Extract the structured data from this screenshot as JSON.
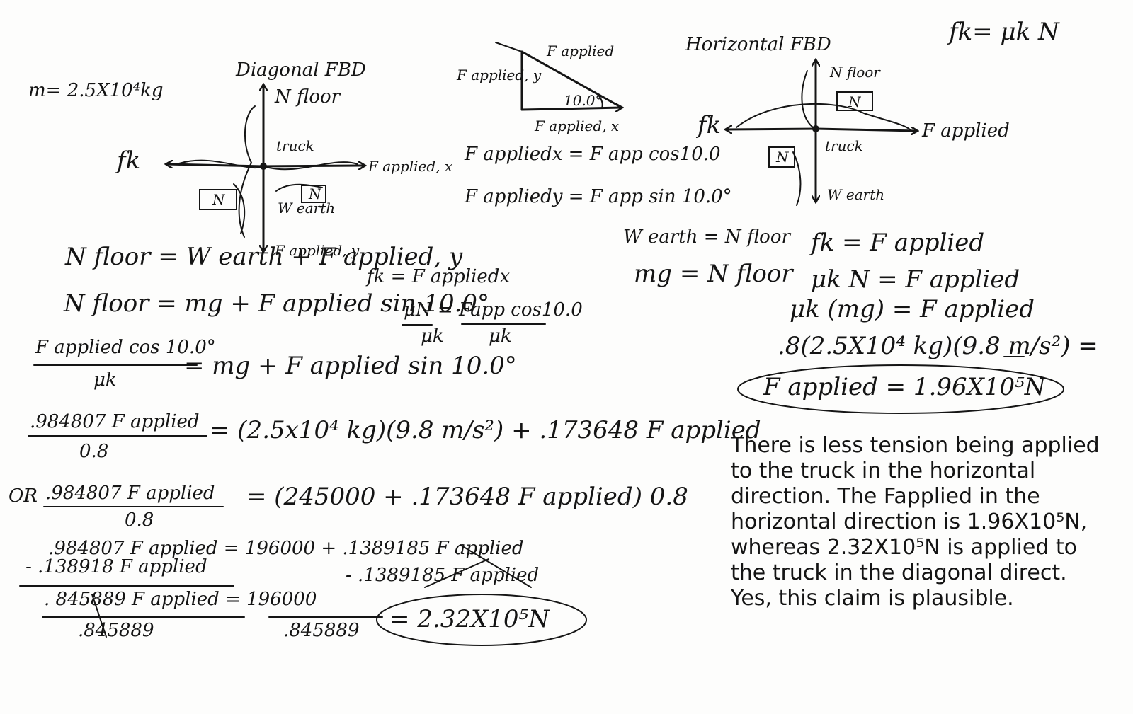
{
  "note": {
    "mass": "m= 2.5X10⁴kg",
    "fk_formula": "fk= μk N",
    "diagonal": {
      "title": "Diagonal FBD",
      "n_floor": "N floor",
      "truck": "truck",
      "fk": "fk",
      "f_applied_x": "F applied, x",
      "w_earth": "W earth",
      "n_box_left": "N",
      "n_box_right": "N",
      "f_applied_y": "F applied, y"
    },
    "triangle": {
      "f_applied": "F applied",
      "f_applied_y": "F applied, y",
      "angle": "10.0°",
      "f_applied_x": "F applied, x",
      "eq_x": "F appliedx = F app cos10.0",
      "eq_y": "F appliedy = F app sin 10.0°"
    },
    "horizontal": {
      "title": "Horizontal FBD",
      "n_floor": "N floor",
      "n_box_top": "N",
      "fk": "fk",
      "f_applied": "F applied",
      "truck": "truck",
      "n_box_left": "N",
      "w_earth": "W earth"
    },
    "work_left": {
      "l1": "N floor = W earth + F applied, y",
      "l1b": "fk = F appliedx",
      "l2": "N floor = mg + F applied sin 10.0°",
      "l2b": "μN = Fapp cos10.0",
      "l2c": "μk",
      "l2d": "μk",
      "l3_num": "F applied cos 10.0°",
      "l3_den": "μk",
      "l3_rhs": "= mg + F applied sin 10.0°",
      "l4_num": ".984807 F applied",
      "l4_den": "0.8",
      "l4_rhs": "= (2.5x10⁴ kg)(9.8 m/s²) + .173648 F applied",
      "l5_prefix": "OR",
      "l5_num": ".984807 F applied",
      "l5_den": "0.8",
      "l5_rhs": "= (245000 + .173648 F applied) 0.8",
      "l6a": ".984807 F applied = 196000 + .1389185 F applied",
      "l6b": "- .138918 F applied",
      "l6c": "- .1389185 F applied",
      "l7_num": ". 845889 F applied = 196000",
      "l7_den_left": ".845889",
      "l7_den_right": ".845889",
      "result": "= 2.32X10⁵N"
    },
    "work_right": {
      "r1a": "W earth = N floor",
      "r1b": "fk = F applied",
      "r2a": "mg = N floor",
      "r2b": "μk N = F applied",
      "r3": "μk (mg) = F applied",
      "r4": ".8(2.5X10⁴ kg)(9.8 m/s²) =",
      "result": "F applied = 1.96X10⁵N"
    },
    "conclusion": "There is less tension being applied to the truck in the horizontal direction. The Fapplied in the horizontal direction is 1.96X10⁵N, whereas 2.32X10⁵N is applied to the truck in the diagonal direct. Yes, this claim is plausible."
  }
}
